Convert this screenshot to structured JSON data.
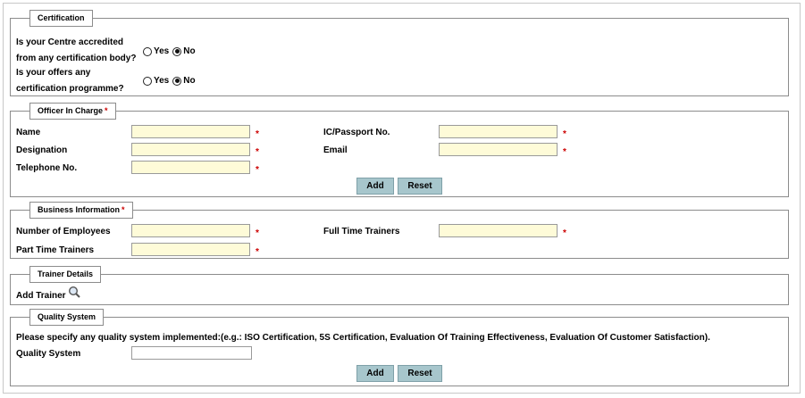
{
  "certification": {
    "legend": "Certification",
    "q1_label": "Is your Centre accredited from any certification body?",
    "q1_options": [
      {
        "label": "Yes",
        "checked": false
      },
      {
        "label": "No",
        "checked": true
      }
    ],
    "q2_label": "Is your offers any certification programme?",
    "q2_options": [
      {
        "label": "Yes",
        "checked": false
      },
      {
        "label": "No",
        "checked": true
      }
    ]
  },
  "officer": {
    "legend": "Officer In Charge",
    "required_mark": "*",
    "name_label": "Name",
    "name_value": "",
    "ic_label": "IC/Passport No.",
    "ic_value": "",
    "designation_label": "Designation",
    "designation_value": "",
    "email_label": "Email",
    "email_value": "",
    "telephone_label": "Telephone No.",
    "telephone_value": "",
    "add_label": "Add",
    "reset_label": "Reset"
  },
  "business": {
    "legend": "Business Information",
    "required_mark": "*",
    "employees_label": "Number of Employees",
    "employees_value": "",
    "fulltime_label": "Full Time Trainers",
    "fulltime_value": "",
    "parttime_label": "Part Time Trainers",
    "parttime_value": ""
  },
  "trainer": {
    "legend": "Trainer Details",
    "add_trainer_label": "Add Trainer",
    "icon": "magnifier-icon"
  },
  "quality": {
    "legend": "Quality System",
    "instructions": "Please specify any quality system implemented:(e.g.: ISO Certification, 5S Certification, Evaluation Of Training Effectiveness, Evaluation Of Customer Satisfaction).",
    "system_label": "Quality System",
    "system_value": "",
    "add_label": "Add",
    "reset_label": "Reset"
  },
  "colors": {
    "required": "#cc0000",
    "input_required_bg": "#fefbd8",
    "button_bg": "#a7c6cc"
  }
}
